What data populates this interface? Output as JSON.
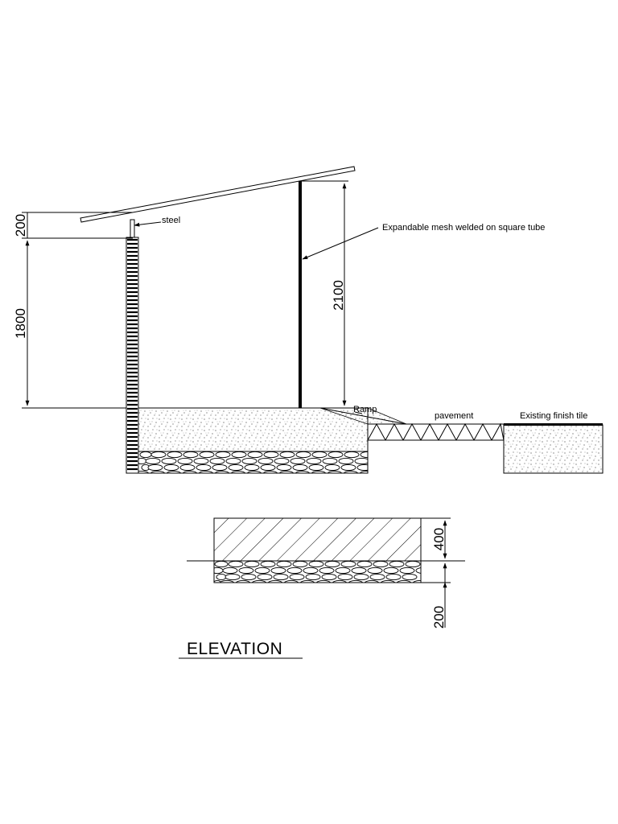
{
  "labels": {
    "steel": "steel",
    "mesh_note": "Expandable mesh welded on square tube",
    "ramp": "Ramp",
    "pavement": "pavement",
    "existing_tile": "Existing finish tile"
  },
  "dimensions": {
    "dim_200_top": "200",
    "dim_1800": "1800",
    "dim_2100": "2100",
    "dim_400": "400",
    "dim_200_bottom": "200"
  },
  "title": "ELEVATION",
  "colors": {
    "line": "#000000",
    "background": "#ffffff"
  }
}
